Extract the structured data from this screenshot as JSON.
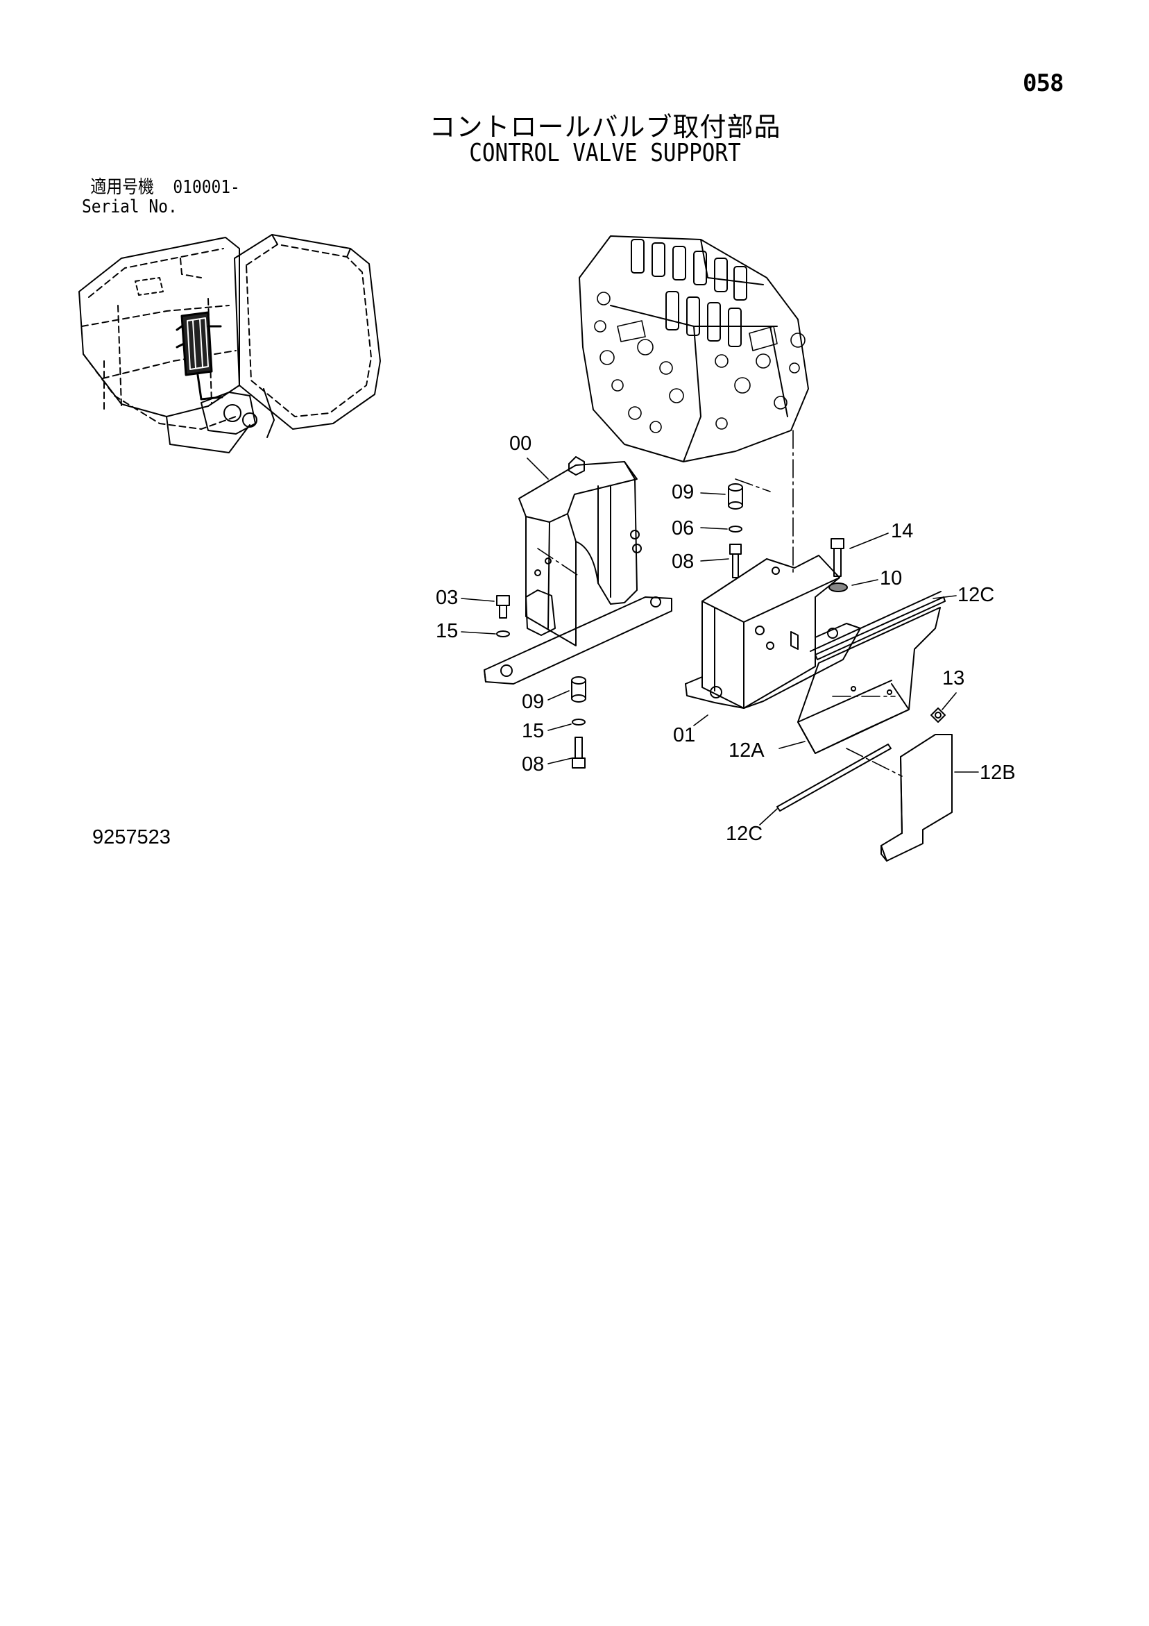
{
  "page_number": "058",
  "title_jp": "コントロールバルブ取付部品",
  "title_en": "CONTROL VALVE SUPPORT",
  "serial": {
    "label_jp": "適用号機",
    "value": "010001-",
    "label_en": "Serial No."
  },
  "drawing_number": "9257523",
  "callouts": {
    "c00": "00",
    "c01": "01",
    "c03": "03",
    "c06": "06",
    "c08a": "08",
    "c08b": "08",
    "c09a": "09",
    "c09b": "09",
    "c10": "10",
    "c12a": "12A",
    "c12b": "12B",
    "c12c_top": "12C",
    "c12c_bottom": "12C",
    "c13": "13",
    "c14": "14",
    "c15a": "15",
    "c15b": "15"
  }
}
